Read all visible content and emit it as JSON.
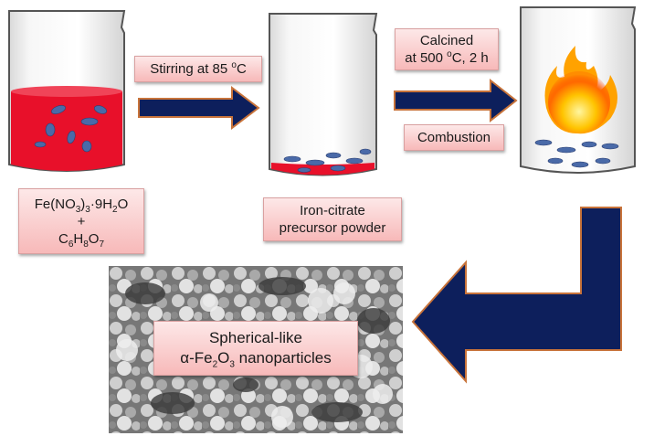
{
  "steps": {
    "reagents": {
      "line1_pre": "Fe(NO",
      "line1_sub1": "3",
      "line1_mid": ")",
      "line1_sub2": "3",
      "line1_post": "·9H",
      "line1_sub3": "2",
      "line1_end": "O",
      "plus": "+",
      "line2_c": "C",
      "line2_sub1": "6",
      "line2_h": "H",
      "line2_sub2": "8",
      "line2_o": "O",
      "line2_sub3": "7"
    },
    "stirring": {
      "pre": "Stirring at 85 ",
      "sup": "o",
      "post": "C"
    },
    "calcined": {
      "line1": "Calcined",
      "line2_pre": "at 500 ",
      "line2_sup": "o",
      "line2_post": "C, 2 h"
    },
    "combustion": {
      "label": "Combustion"
    },
    "precursor": {
      "line1": "Iron-citrate",
      "line2": "precursor powder"
    },
    "product": {
      "line1": "Spherical-like",
      "line2_pre": "α-Fe",
      "line2_sub1": "2",
      "line2_mid": "O",
      "line2_sub2": "3",
      "line2_post": " nanoparticles"
    }
  },
  "colors": {
    "arrow_fill": "#0d1f5c",
    "arrow_border": "#c8733a",
    "solution_red": "#e8102a",
    "particle_blue": "#4a6aa8",
    "label_bg": "#f7b9b9"
  },
  "icons": [
    "beaker-icon",
    "flame-icon",
    "arrow-right-icon",
    "arrow-return-icon",
    "sem-image"
  ]
}
